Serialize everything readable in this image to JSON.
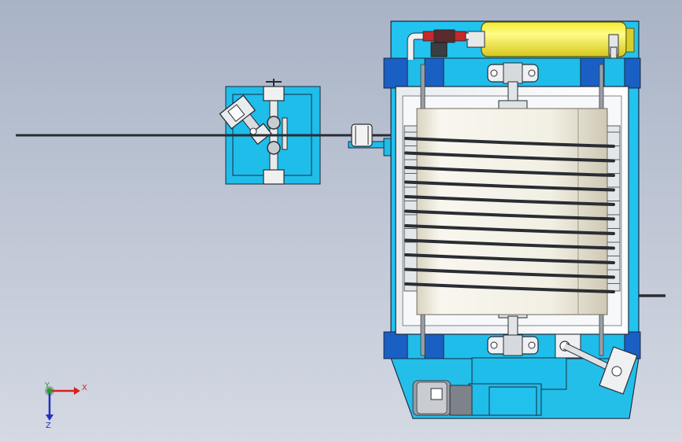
{
  "viewport": {
    "background_top": "#a9b3c6",
    "background_bottom": "#d4d9e3"
  },
  "colors": {
    "frame_cyan": "#1fc0ee",
    "frame_blue": "#1a63c8",
    "frame_outline": "#1a2a40",
    "drum_white": "#f4f1e6",
    "tank_yellow": "#f7ef3a",
    "cable_dark": "#2a2d33",
    "motor_grey": "#9a9ea4",
    "rail_grey": "#8e9398"
  },
  "triad": {
    "x_label": "X",
    "y_label": "Y",
    "z_label": "Z",
    "x_color": "#d82020",
    "y_color": "#22a02a",
    "z_color": "#2030c0"
  }
}
